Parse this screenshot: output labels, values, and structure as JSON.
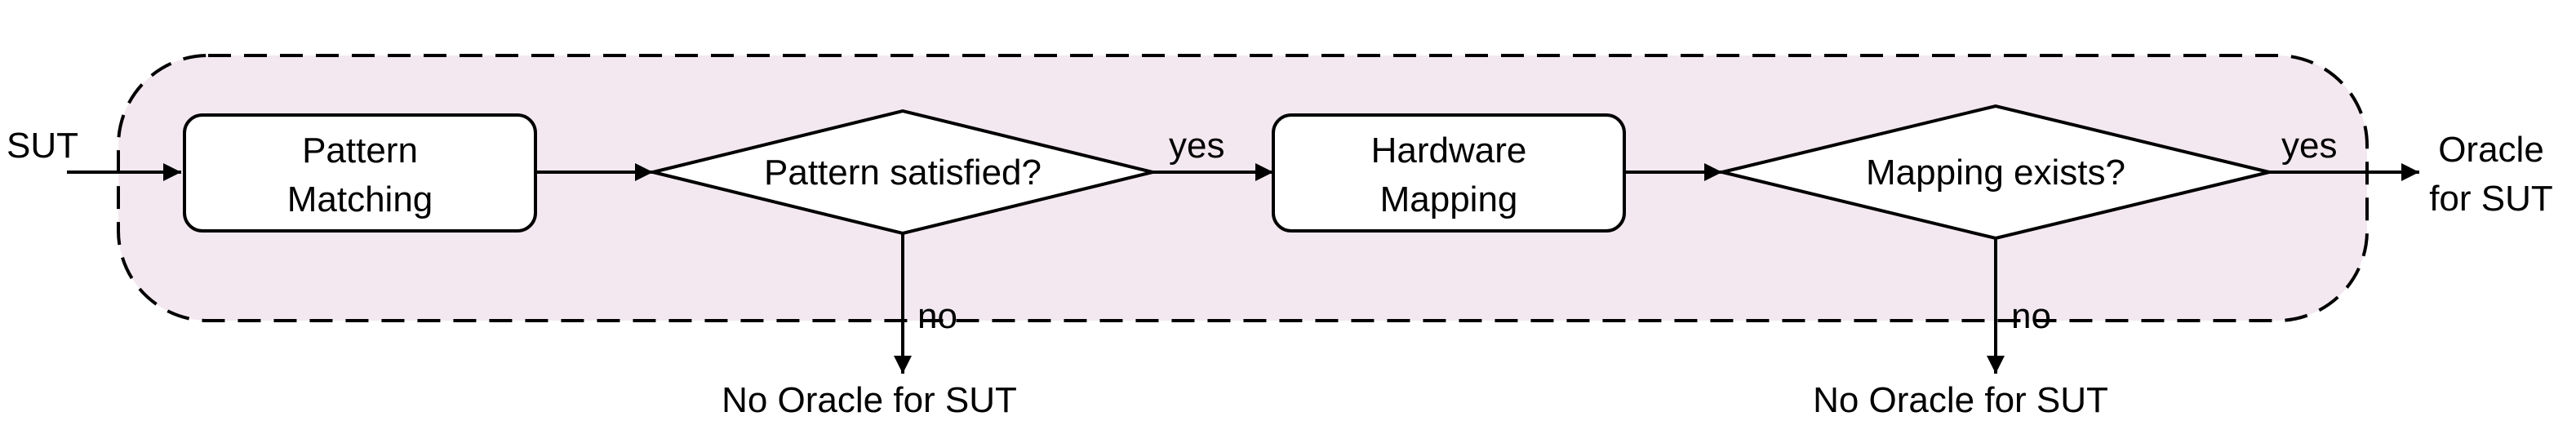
{
  "diagram": {
    "input_label": "SUT",
    "region_fill": "#f3e8ef",
    "stroke_color": "#000000",
    "steps": [
      {
        "id": "pattern-matching",
        "line1": "Pattern",
        "line2": "Matching"
      },
      {
        "id": "hardware-mapping",
        "line1": "Hardware",
        "line2": "Mapping"
      }
    ],
    "decisions": [
      {
        "id": "pattern-satisfied",
        "question": "Pattern satisfied?",
        "yes_label": "yes",
        "no_label": "no",
        "no_outcome": "No Oracle for SUT"
      },
      {
        "id": "mapping-exists",
        "question": "Mapping exists?",
        "yes_label": "yes",
        "no_label": "no",
        "no_outcome": "No Oracle for SUT"
      }
    ],
    "output_label_line1": "Oracle",
    "output_label_line2": "for SUT"
  }
}
